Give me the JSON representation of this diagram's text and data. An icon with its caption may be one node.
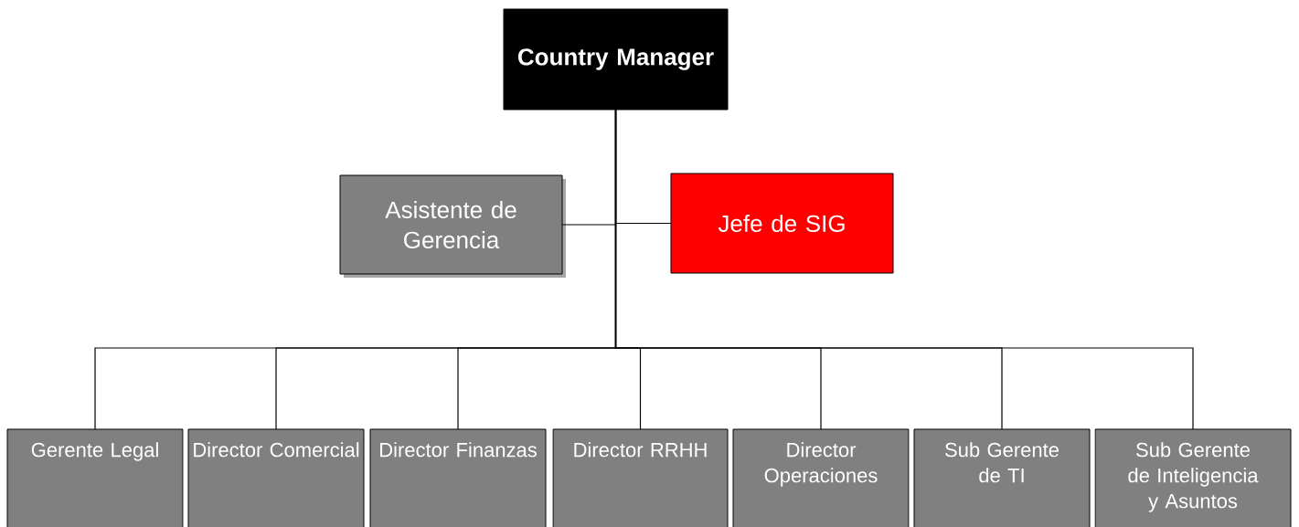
{
  "diagram": {
    "nodes": [
      {
        "text": [
          "Country Manager"
        ]
      },
      {
        "text": [
          "Asistente de Gerencia"
        ]
      },
      {
        "text": [
          "Jefe de SIG"
        ]
      },
      {
        "text": [
          "Gerente Legal"
        ]
      },
      {
        "text": [
          "Director Comercial"
        ]
      },
      {
        "text": [
          "Director Finanzas"
        ]
      },
      {
        "text": [
          "Director RRHH"
        ]
      },
      {
        "text": [
          "Director Operaciones"
        ]
      },
      {
        "text": [
          "Sub Gerente de TI"
        ]
      },
      {
        "text": [
          "Sub Gerente de Inteligencia y Asuntos"
        ]
      }
    ],
    "edges": [
      {
        "from": 0,
        "to": 1,
        "arrow": "none"
      },
      {
        "from": 0,
        "to": 2,
        "arrow": "none"
      },
      {
        "from": 0,
        "to": 3,
        "arrow": "none"
      },
      {
        "from": 0,
        "to": 4,
        "arrow": "none"
      },
      {
        "from": 0,
        "to": 5,
        "arrow": "none"
      },
      {
        "from": 0,
        "to": 6,
        "arrow": "none"
      },
      {
        "from": 0,
        "to": 7,
        "arrow": "none"
      },
      {
        "from": 0,
        "to": 8,
        "arrow": "none"
      },
      {
        "from": 0,
        "to": 9,
        "arrow": "none"
      }
    ]
  }
}
